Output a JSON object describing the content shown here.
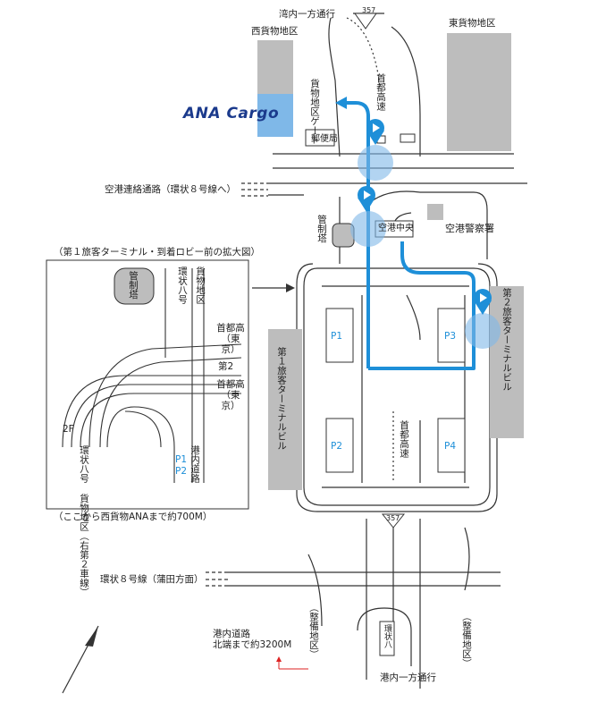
{
  "logo": {
    "text": "ANA Cargo"
  },
  "road_labels": {
    "top_one_way": "湾内一方通行",
    "bottom_one_way": "港内一方通行",
    "airport_link": "空港連絡通路（環状８号線へ）",
    "kanpachi_haneda": "環状８号線（蒲田方面）",
    "port_road_north": "港内道路\n北端まで約3200M"
  },
  "districts": {
    "west_cargo": "西貨物地区",
    "east_cargo": "東貨物地区",
    "maintenance_left": "（整備地区）",
    "maintenance_right": "（整備地区）"
  },
  "facilities": {
    "cargo_gate": "貨物地区ゲート",
    "post_office": "郵便局",
    "control_tower": "管制塔",
    "airport_center": "空港中央",
    "police": "空港警察署",
    "terminal1": "第１旅客ターミナルビル",
    "terminal2": "第２旅客ターミナルビル",
    "shuto_upper": "首都高速",
    "shuto_lower": "首都高速",
    "kanpachi_box": "環状八",
    "route_sign_top": "357",
    "route_sign_bottom": "357"
  },
  "parking": [
    "P1",
    "P2",
    "P3",
    "P4"
  ],
  "inset": {
    "title": "（第１旅客ターミナル・到着ロビー前の拡大図）",
    "tower": "管制塔",
    "kanjo8": "環状八号",
    "cargo_area": "貨物地区",
    "shuto_tokyo_1": "首都高（東京）",
    "second": "第2",
    "shuto_tokyo_2": "首都高（東京）",
    "floor_2f": "2F",
    "left_col": "環状八号 貨物地区（右第２車線）",
    "port_road": "港内道路",
    "p1": "P1",
    "p2": "P2",
    "footer": "（ここから西貨物ANAまで約700M）"
  },
  "colors": {
    "route_blue": "#1e8fd8",
    "highlight_blue": "#7fb8e8",
    "building_gray": "#bdbdbd",
    "logo_navy": "#1b3a8c",
    "north_arrow": "#333333"
  },
  "icons": [
    "north-arrow-icon",
    "location-pin-icon",
    "location-pin-icon",
    "location-pin-icon",
    "arrow-right-icon"
  ]
}
